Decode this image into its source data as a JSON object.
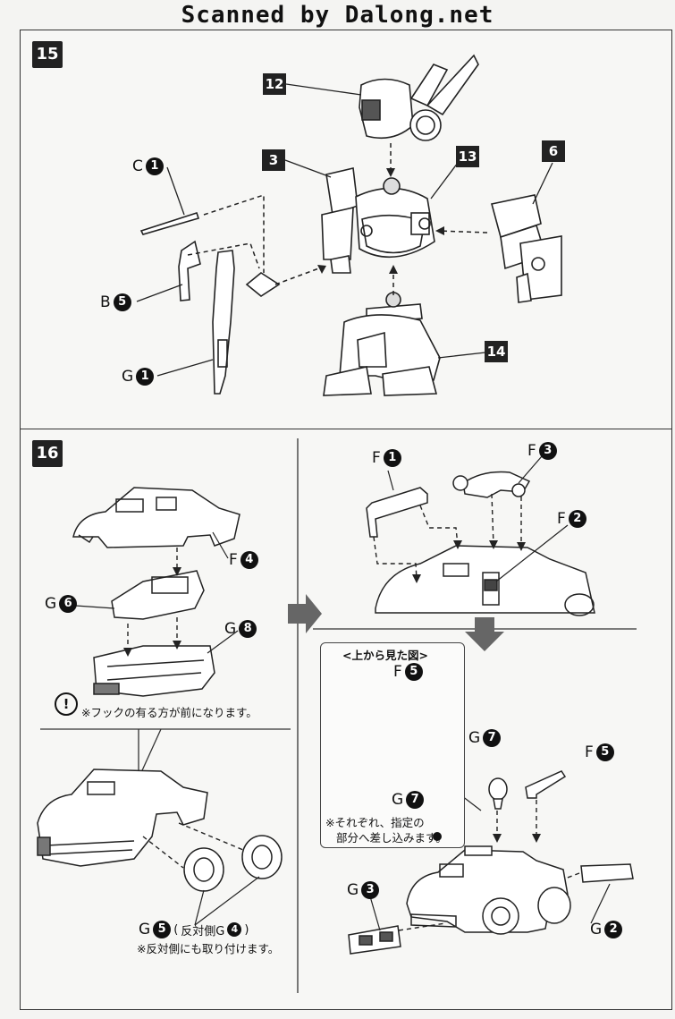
{
  "scan_title": "Scanned by Dalong.net",
  "step15": {
    "number": "15",
    "part_numbers": {
      "p12": "12",
      "p3": "3",
      "p13": "13",
      "p6": "6",
      "p14": "14"
    },
    "labels": {
      "c1": {
        "letter": "C",
        "num": "1"
      },
      "b5": {
        "letter": "B",
        "num": "5"
      },
      "g1": {
        "letter": "G",
        "num": "1"
      }
    }
  },
  "step16": {
    "number": "16",
    "labels": {
      "f4": {
        "letter": "F",
        "num": "4"
      },
      "g6": {
        "letter": "G",
        "num": "6"
      },
      "g8": {
        "letter": "G",
        "num": "8"
      },
      "f1": {
        "letter": "F",
        "num": "1"
      },
      "f3": {
        "letter": "F",
        "num": "3"
      },
      "f2": {
        "letter": "F",
        "num": "2"
      },
      "f5_inset": {
        "letter": "F",
        "num": "5"
      },
      "g7_inset": {
        "letter": "G",
        "num": "7"
      },
      "g7": {
        "letter": "G",
        "num": "7"
      },
      "f5": {
        "letter": "F",
        "num": "5"
      },
      "g3": {
        "letter": "G",
        "num": "3"
      },
      "g2": {
        "letter": "G",
        "num": "2"
      },
      "g5": {
        "letter": "G",
        "num": "5"
      }
    },
    "hook_note": "※フックの有る方が前になります。",
    "warning_symbol": "!",
    "inset_title": "<上から見た図>",
    "inset_note_1": "※それぞれ、指定の",
    "inset_note_2": "部分へ差し込みます。",
    "opposite_side_label": "反対側G",
    "opposite_side_num": "4",
    "opposite_side_note": "※反対側にも取り付けます。"
  }
}
